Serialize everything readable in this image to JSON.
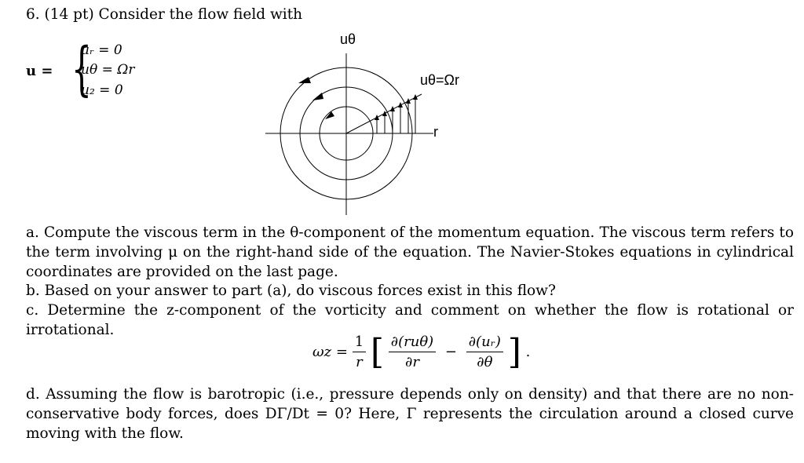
{
  "problem": {
    "title": "6. (14 pt) Consider the flow field with",
    "velocity": {
      "lhs": "u =",
      "components": [
        "uᵣ = 0",
        "uθ = Ωr",
        "u₂ = 0"
      ]
    }
  },
  "figure": {
    "top_label": "uθ",
    "profile_label": "uθ=Ωr",
    "r_label": "r"
  },
  "parts": {
    "a": "a. Compute the viscous term in the θ-component of the momentum equation. The viscous term refers to the term involving μ on the right-hand side of the equation. The Navier-Stokes equations in cylindrical coordinates are provided on the last page.",
    "b": "b. Based on your answer to part (a), do viscous forces exist in this flow?",
    "c": "c. Determine the z-component of the vorticity and comment on whether the flow is rotational or irrotational.",
    "d": "d. Assuming the flow is barotropic (i.e., pressure depends only on density) and that there are no non-conservative body forces, does DΓ/Dt = 0? Here, Γ represents the circulation around a closed curve moving with the flow."
  },
  "equation": {
    "lhs": "ωz =",
    "coef_num": "1",
    "coef_den": "r",
    "t1_num": "∂(ruθ)",
    "t1_den": "∂r",
    "minus": "−",
    "t2_num": "∂(uᵣ)",
    "t2_den": "∂θ",
    "end": "."
  }
}
